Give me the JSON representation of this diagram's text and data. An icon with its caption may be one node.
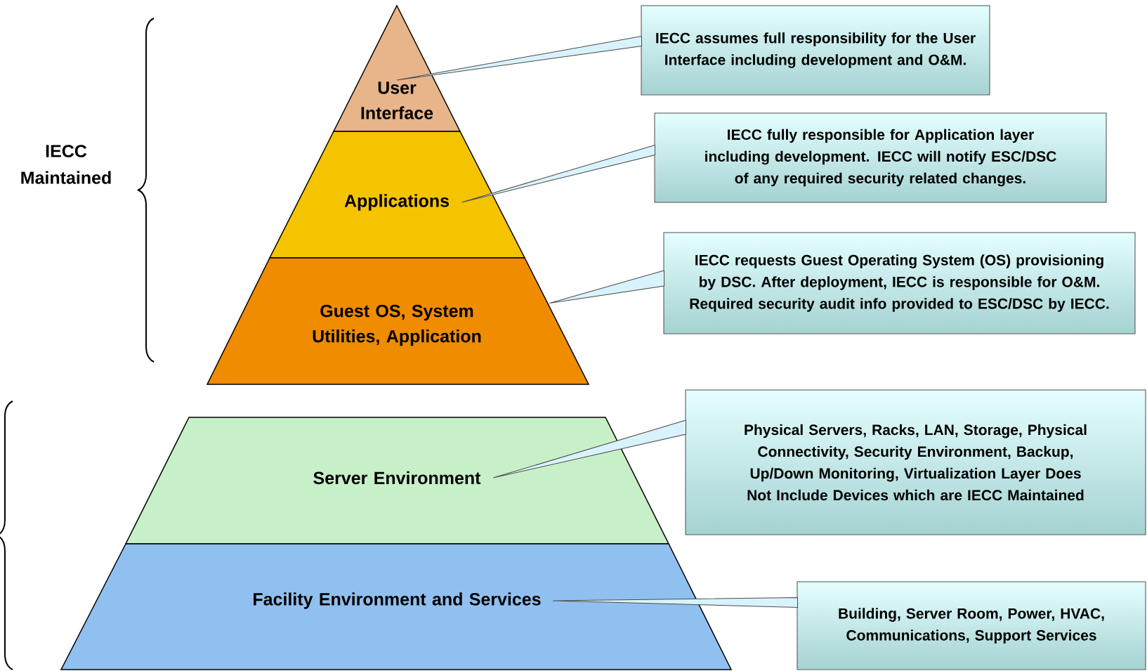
{
  "diagram": {
    "nodes": [
      {
        "text": [
          "User Interface"
        ]
      },
      {
        "text": [
          "Applications"
        ]
      },
      {
        "text": [
          "Guest OS, System Utilities, Application"
        ]
      },
      {
        "text": [
          "Server Environment"
        ]
      },
      {
        "text": [
          "Facility Environment and Services"
        ]
      },
      {
        "text": [
          "IECC assumes full responsibility for the User Interface including development and O&M."
        ]
      },
      {
        "text": [
          "IECC fully responsible for Application layer including development.  IECC will notify ESC/DSC of any required security related changes."
        ]
      },
      {
        "text": [
          "IECC requests Guest Operating System (OS) provisioning by DSC.  After deployment, IECC is responsible for O&M.  Required security audit info provided to ESC/DSC by IECC."
        ]
      },
      {
        "text": [
          "Physical Servers, Racks, LAN, Storage, Physical Connectivity, Security Environment, Backup, Up/Down Monitoring, Virtualization Layer Does Not Include Devices which are IECC Maintained"
        ]
      },
      {
        "text": [
          "Building, Server Room, Power, HVAC, Communications, Support Services"
        ]
      }
    ],
    "edges": [
      {
        "from": 5,
        "to": 0,
        "arrow": "none"
      },
      {
        "from": 6,
        "to": 1,
        "arrow": "none"
      },
      {
        "from": 7,
        "to": 2,
        "arrow": "none"
      },
      {
        "from": 8,
        "to": 3,
        "arrow": "none"
      },
      {
        "from": 9,
        "to": 4,
        "arrow": "none"
      }
    ],
    "labels": [
      "IECC Maintained"
    ]
  }
}
